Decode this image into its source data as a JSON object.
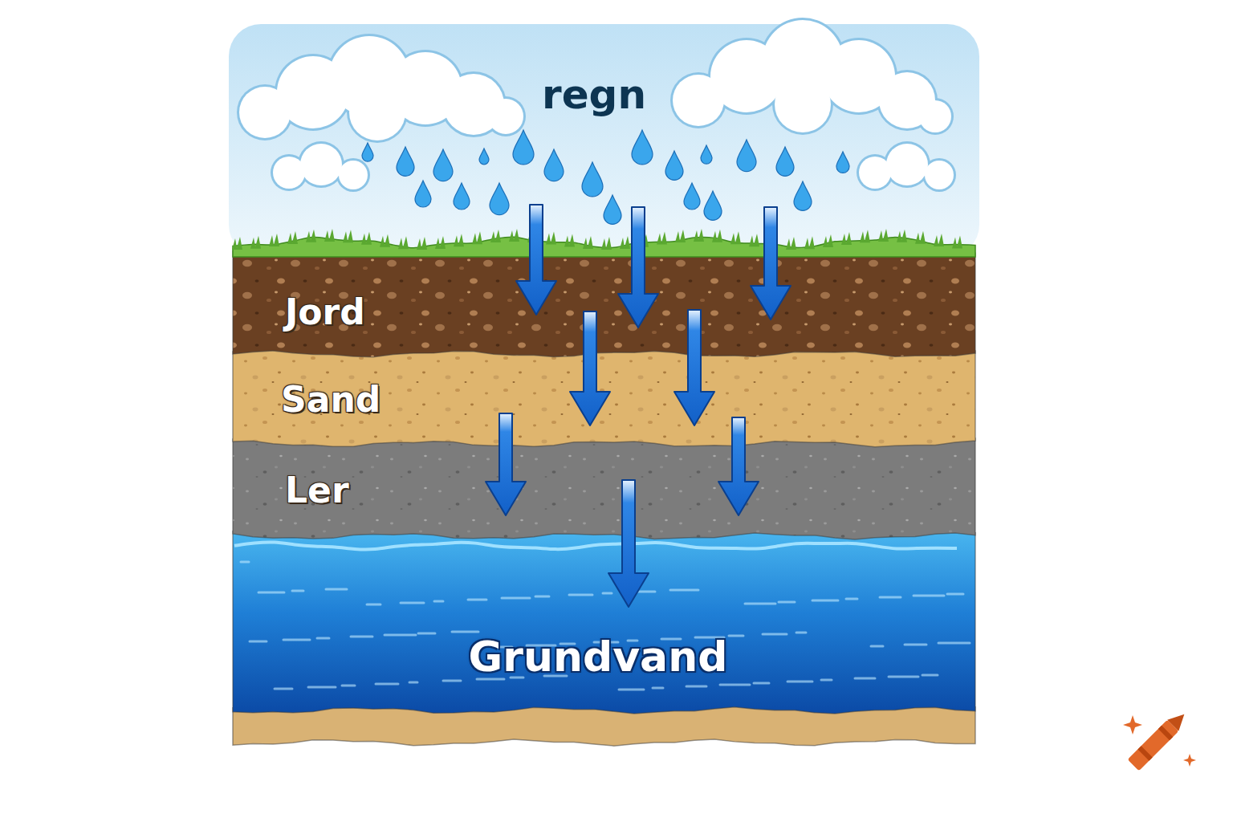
{
  "diagram": {
    "nodes": [
      {
        "text": [
          "Jord"
        ]
      },
      {
        "text": [
          "Sand"
        ]
      },
      {
        "text": [
          "Ler"
        ]
      },
      {
        "text": [
          "Grundvand"
        ]
      }
    ],
    "labels": [
      "regn"
    ]
  }
}
